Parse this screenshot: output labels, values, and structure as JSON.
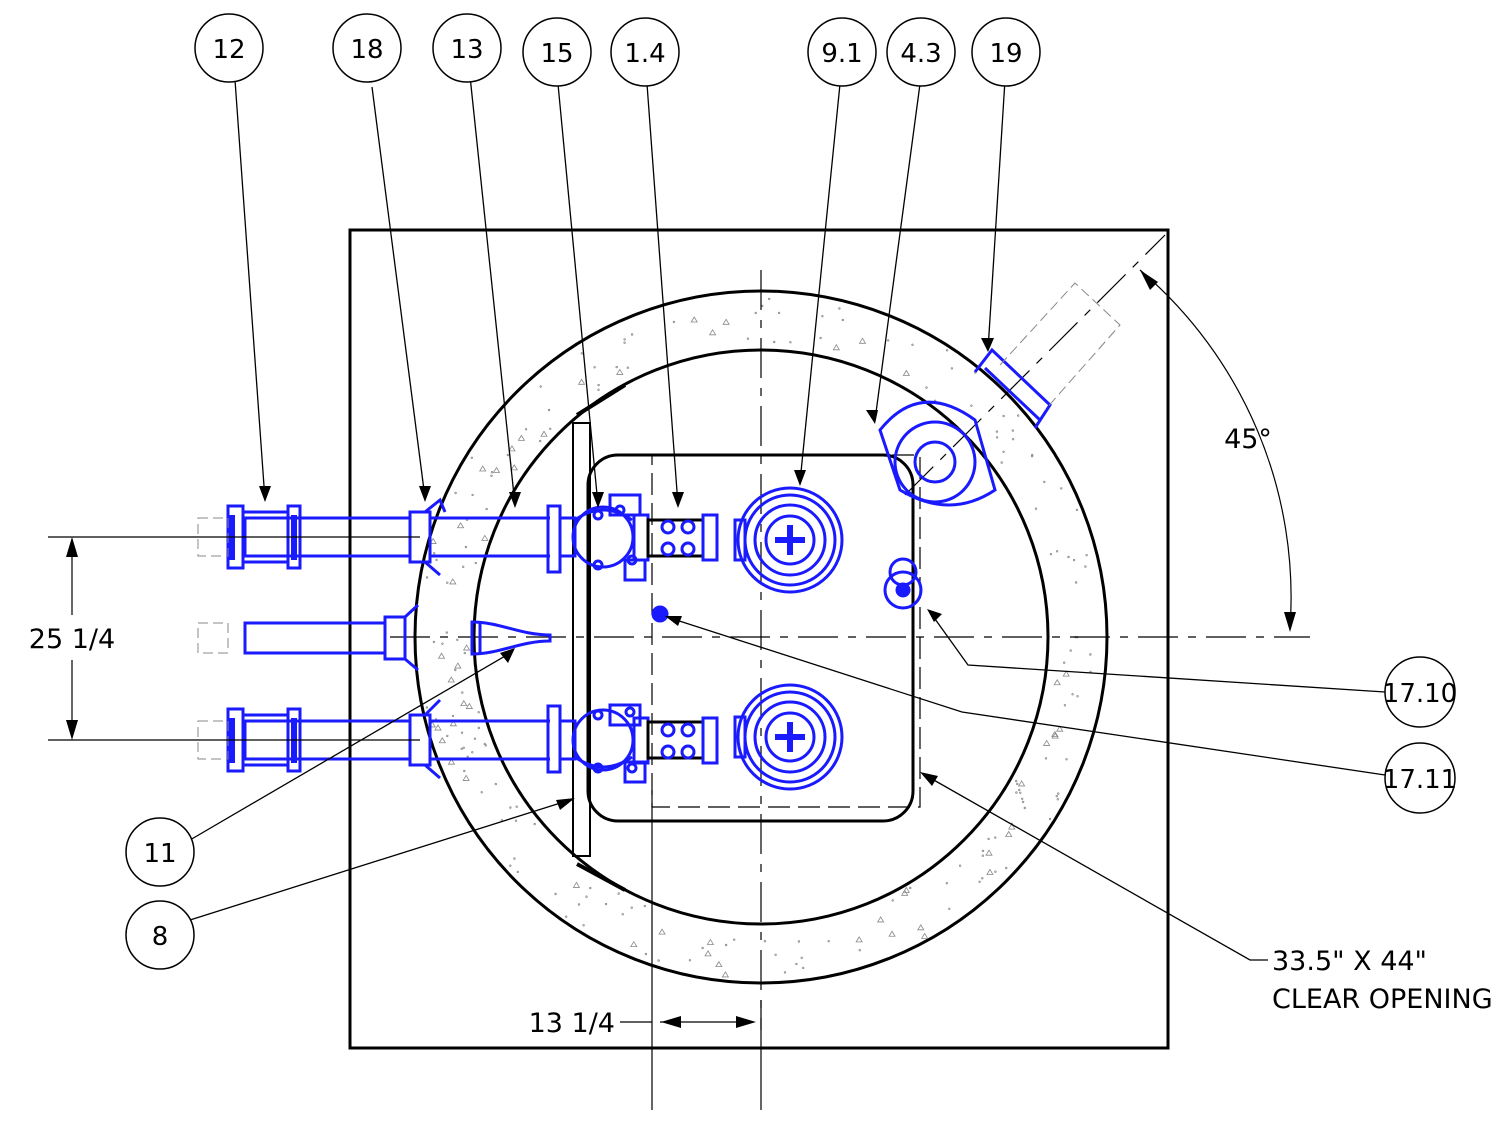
{
  "callouts": {
    "c12": "12",
    "c18": "18",
    "c13": "13",
    "c15": "15",
    "c1_4": "1.4",
    "c9_1": "9.1",
    "c4_3": "4.3",
    "c19": "19",
    "c17_10": "17.10",
    "c17_11": "17.11",
    "c11": "11",
    "c8": "8"
  },
  "dimensions": {
    "vertical_spacing": "25 1/4",
    "horizontal_offset": "13 1/4",
    "angle": "45°"
  },
  "notes": {
    "opening_line1": "33.5\" X 44\"",
    "opening_line2": "CLEAR OPENING"
  },
  "colors": {
    "linework": "#000000",
    "equipment": "#1a1aff",
    "concrete_speckle": "#888888"
  }
}
